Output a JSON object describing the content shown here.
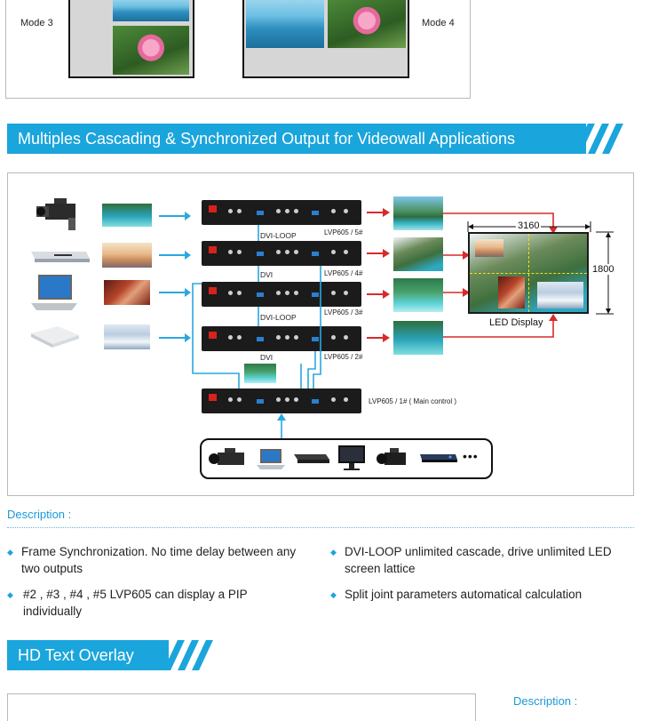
{
  "mode_panel": {
    "mode3_label": "Mode 3",
    "mode4_label": "Mode 4"
  },
  "section1": {
    "title": "Multiples Cascading & Synchronized Output for Videowall  Applications"
  },
  "diagram": {
    "devices": [
      {
        "label": "LVP605 / 5#"
      },
      {
        "label": "LVP605 / 4#"
      },
      {
        "label": "LVP605 / 3#"
      },
      {
        "label": "LVP605 / 2#"
      },
      {
        "label": "LVP605 / 1# ( Main control )"
      }
    ],
    "link_labels": [
      "DVI-LOOP",
      "DVI",
      "DVI-LOOP",
      "DVI"
    ],
    "led": {
      "width_label": "3160",
      "height_label": "1800",
      "caption": "LED Display"
    },
    "more_dots": "•••"
  },
  "description1": {
    "title": "Description :",
    "items": [
      "Frame Synchronization. No time delay between any two outputs",
      "DVI-LOOP unlimited cascade, drive unlimited LED screen lattice",
      "#2 , #3 , #4 , #5  LVP605 can display a PIP individually",
      "Split joint parameters automatical calculation"
    ]
  },
  "section2": {
    "title": "HD Text Overlay"
  },
  "description2": {
    "title": "Description :"
  },
  "colors": {
    "accent": "#1aa5dc",
    "red_arrow": "#d92a2a",
    "blue_arrow": "#2aa7df"
  },
  "icons": [
    "camcorder-icon",
    "dvd-player-icon",
    "laptop-icon",
    "set-top-box-icon",
    "monitor-icon",
    "blu-ray-player-icon"
  ]
}
